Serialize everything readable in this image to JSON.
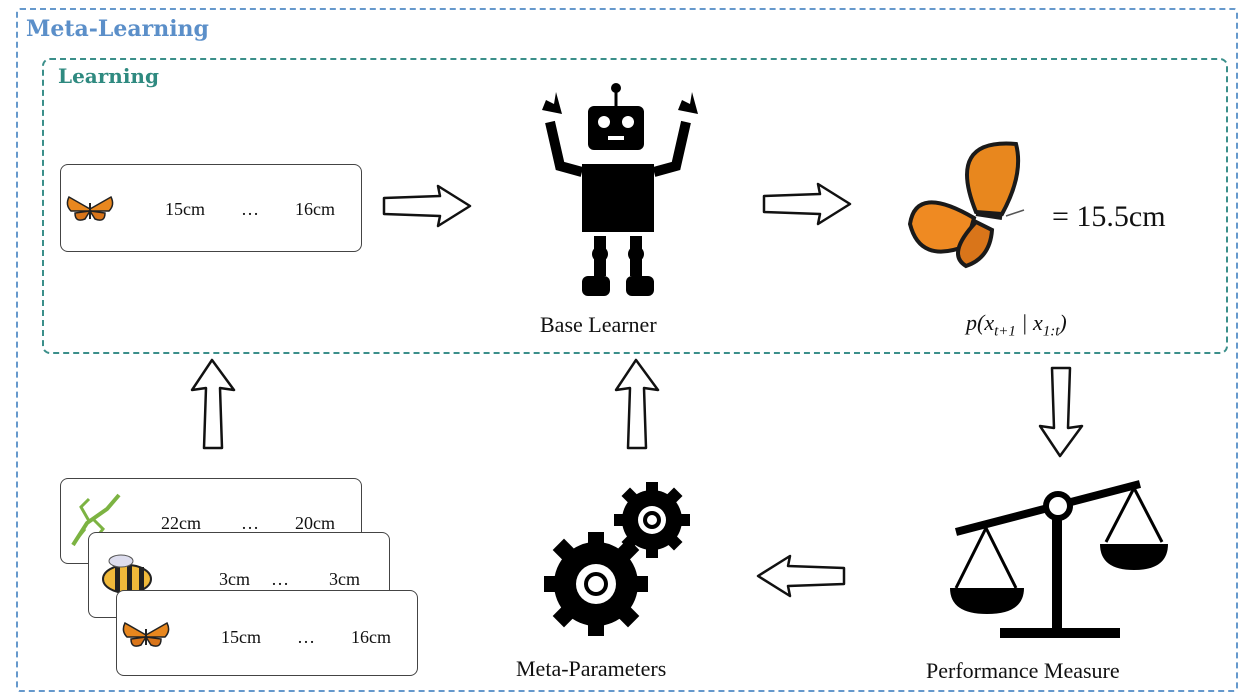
{
  "frames": {
    "outer_label": "Meta-Learning",
    "inner_label": "Learning"
  },
  "task_card": {
    "first": "15cm",
    "dots": "…",
    "last": "16cm"
  },
  "meta_cards": [
    {
      "first": "22cm",
      "dots": "…",
      "last": "20cm"
    },
    {
      "first": "3cm",
      "dots": "…",
      "last": "3cm"
    },
    {
      "first": "15cm",
      "dots": "…",
      "last": "16cm"
    }
  ],
  "base_learner": {
    "caption": "Base Learner"
  },
  "prediction": {
    "equation": "= 15.5cm",
    "formula": "p(xt+1 | x1:t)"
  },
  "meta_parameters": {
    "caption": "Meta-Parameters"
  },
  "performance": {
    "caption": "Performance Measure"
  },
  "icons": [
    "butterfly-icon",
    "mantis-icon",
    "bee-icon",
    "robot-icon",
    "gears-icon",
    "scale-icon",
    "arrow-icon"
  ],
  "colors": {
    "meta_frame": "#6699cc",
    "learning_frame": "#3b8f8a",
    "butterfly": "#e8871e"
  }
}
